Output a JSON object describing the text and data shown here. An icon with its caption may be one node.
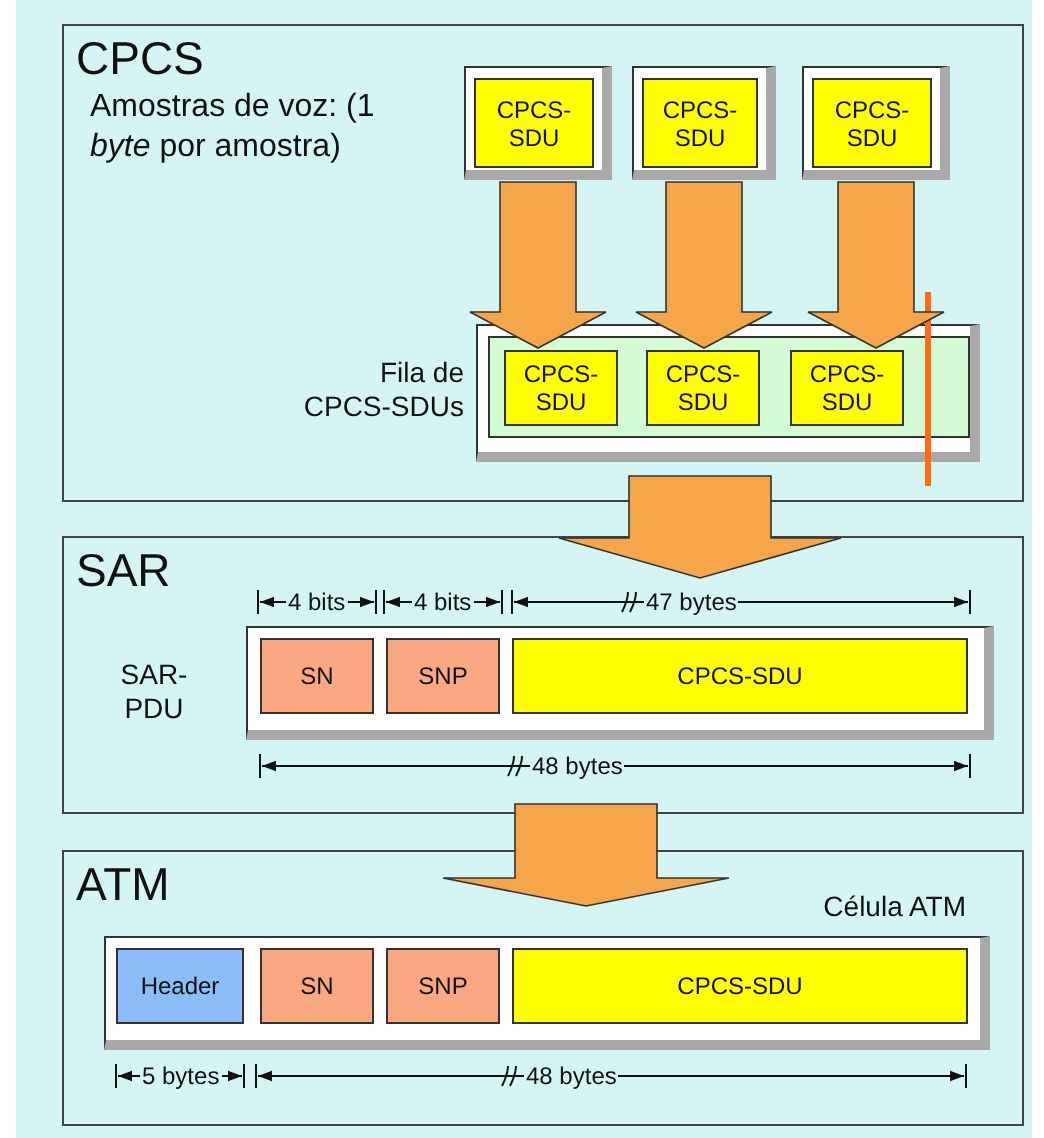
{
  "diagram": {
    "nodes": [
      {
        "text": [
          "CPCS"
        ]
      },
      {
        "text": [
          "CPCS-SDU"
        ],
        "in": 0
      },
      {
        "text": [
          "CPCS-SDU"
        ],
        "in": 0
      },
      {
        "text": [
          "CPCS-SDU"
        ],
        "in": 0
      },
      {
        "text": [],
        "shape": "box",
        "in": 0,
        "beside": [
          "Fila de CPCS-SDUs"
        ]
      },
      {
        "text": [
          "CPCS-SDU"
        ],
        "in": 4
      },
      {
        "text": [
          "CPCS-SDU"
        ],
        "in": 4
      },
      {
        "text": [
          "CPCS-SDU"
        ],
        "in": 4
      },
      {
        "text": [
          "SAR"
        ]
      },
      {
        "text": [],
        "shape": "box",
        "in": 8,
        "beside": [
          "SAR-PDU"
        ]
      },
      {
        "text": [
          "SN"
        ],
        "in": 9
      },
      {
        "text": [
          "SNP"
        ],
        "in": 9
      },
      {
        "text": [
          "CPCS-SDU"
        ],
        "in": 9
      },
      {
        "text": [
          "ATM"
        ]
      },
      {
        "text": [],
        "shape": "box",
        "in": 13,
        "beside": [
          "Célula ATM"
        ]
      },
      {
        "text": [
          "Header"
        ],
        "in": 14
      },
      {
        "text": [
          "SN"
        ],
        "in": 14
      },
      {
        "text": [
          "SNP"
        ],
        "in": 14
      },
      {
        "text": [
          "CPCS-SDU"
        ],
        "in": 14
      }
    ],
    "edges": [
      {
        "from": 1,
        "to": 5,
        "arrow": "to"
      },
      {
        "from": 2,
        "to": 6,
        "arrow": "to"
      },
      {
        "from": 3,
        "to": 7,
        "arrow": "to"
      },
      {
        "from": 0,
        "to": 8,
        "arrow": "to"
      },
      {
        "from": 8,
        "to": 13,
        "arrow": "to"
      }
    ],
    "labels": [
      "Amostras de voz: (1 *byte* por amostra)",
      "4 bits",
      "4 bits",
      "47 bytes",
      "48 bytes",
      "5 bytes",
      "48 bytes"
    ]
  }
}
